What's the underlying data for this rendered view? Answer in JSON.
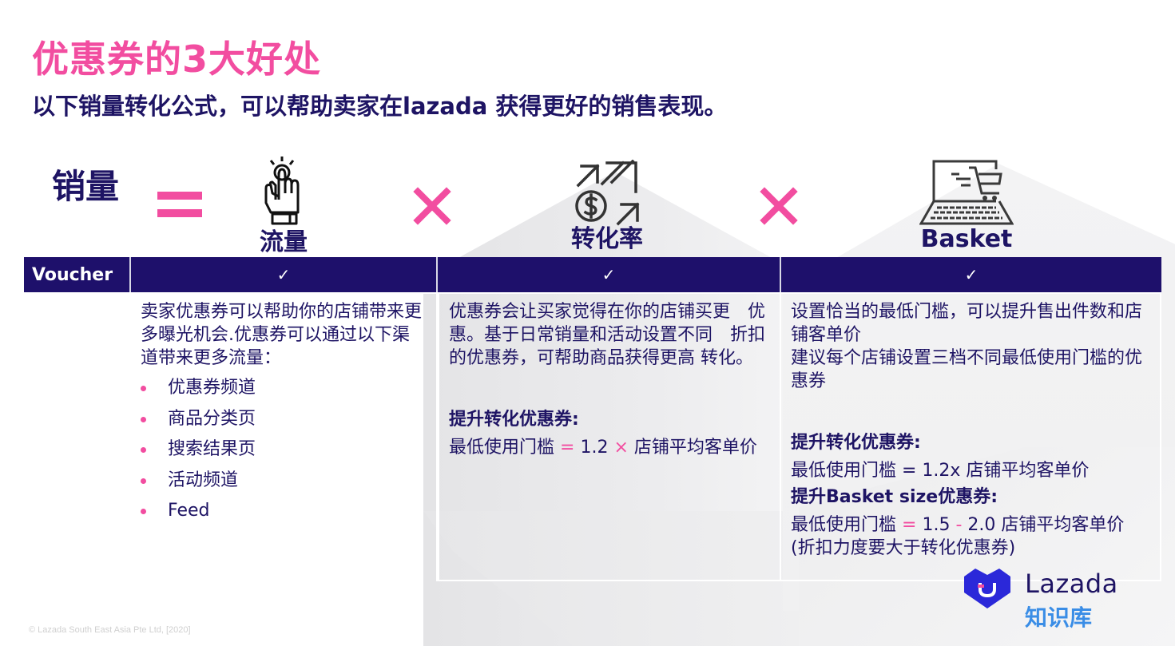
{
  "title": "优惠券的3大好处",
  "subtitle": "以下销量转化公式，可以帮助卖家在lazada 获得更好的销售表现。",
  "formula": {
    "lhs": "销量",
    "operators": {
      "equals": "=",
      "times": "×"
    },
    "factors": [
      {
        "label": "流量",
        "icon": "hand-click-icon"
      },
      {
        "label": "转化率",
        "icon": "money-arrows-icon"
      },
      {
        "label": "Basket",
        "icon": "laptop-cart-icon"
      }
    ]
  },
  "table": {
    "row_header": "Voucher",
    "checks": [
      "✓",
      "✓",
      "✓"
    ],
    "traffic": {
      "intro": "卖家优惠券可以帮助你的店铺带来更多曝光机会.优惠券可以通过以下渠道带来更多流量：",
      "channels": [
        "优惠券频道",
        "商品分类页",
        "搜索结果页",
        "活动频道",
        "Feed"
      ]
    },
    "conversion": {
      "intro": "优惠券会让买家觉得在你的店铺买更　优惠。基于日常销量和活动设置不同　折扣的优惠券，可帮助商品获得更高 转化。",
      "heading": "提升转化优惠券:",
      "formula_left": "最低使用门槛",
      "formula_eq": "=",
      "formula_value": "1.2",
      "formula_times": "×",
      "formula_right": "店铺平均客单价"
    },
    "basket": {
      "intro_1": "设置恰当的最低门槛，可以提升售出件数和店铺客单价",
      "intro_2": "建议每个店铺设置三档不同最低使用门槛的优惠券",
      "heading_1": "提升转化优惠券:",
      "formula_1": "最低使用门槛 = 1.2x 店铺平均客单价",
      "heading_2": "提升Basket size优惠券:",
      "formula_2_left": "最低使用门槛",
      "formula_2_eq": "=",
      "formula_2_low": "1.5",
      "formula_2_dash": "-",
      "formula_2_high": "2.0",
      "formula_2_right": "店铺平均客单价",
      "note": "(折扣力度要大于转化优惠券)"
    }
  },
  "logo": {
    "brand": "Lazada",
    "sub": "知识库"
  },
  "copyright": "© Lazada South East Asia Pte Ltd, [2020]",
  "colors": {
    "pink": "#f24da0",
    "navy": "#1e106b",
    "text_navy": "#1e1464",
    "logo_blue": "#3a8de6",
    "logo_heart": "#2b28d9"
  }
}
